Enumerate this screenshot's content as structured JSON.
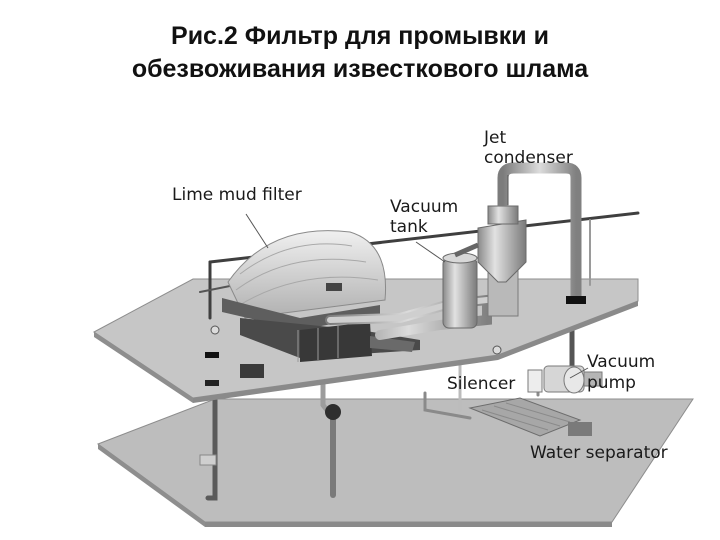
{
  "title": {
    "line1": "Рис.2 Фильтр для промывки и",
    "line2": "обезвоживания известкового шлама"
  },
  "labels": {
    "lime_mud_filter": "Lime mud filter",
    "vacuum_tank_1": "Vacuum",
    "vacuum_tank_2": "tank",
    "jet_condenser_1": "Jet",
    "jet_condenser_2": "condenser",
    "vacuum_pump_1": "Vacuum",
    "vacuum_pump_2": "pump",
    "silencer": "Silencer",
    "water_separator": "Water separator"
  }
}
